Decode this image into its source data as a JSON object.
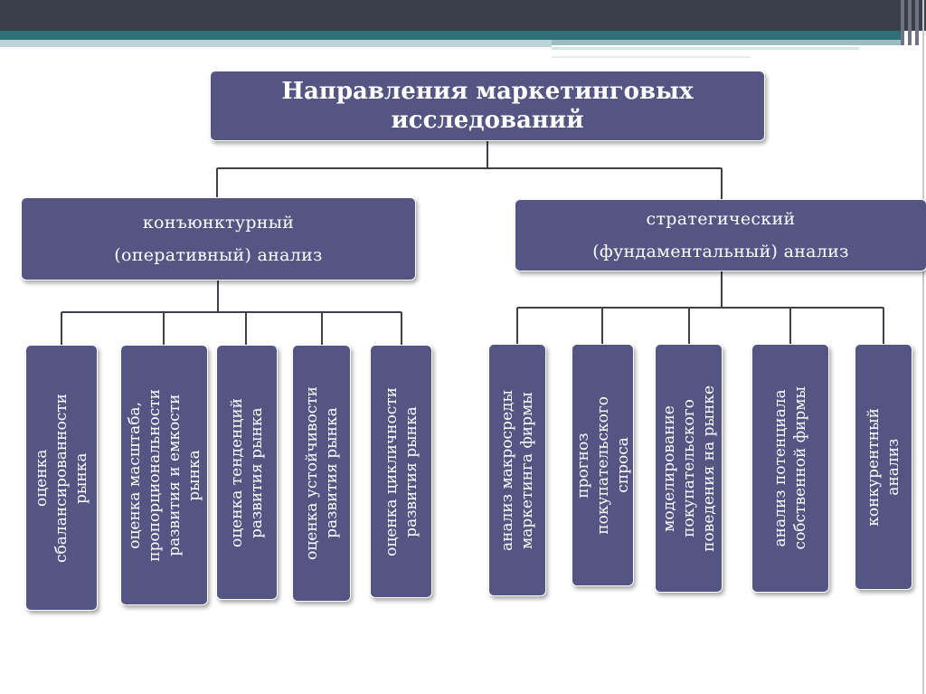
{
  "title": {
    "line1": "Направления маркетинговых",
    "line2": "исследований"
  },
  "left_branch": {
    "line1": "конъюнктурный",
    "line2": "(оперативный) анализ",
    "items": [
      [
        "оценка",
        "сбалансированности",
        "рынка"
      ],
      [
        "оценка масштаба,",
        "пропорциональности",
        "развития и емкости",
        "рынка"
      ],
      [
        "оценка тенденций",
        "развития рынка"
      ],
      [
        "оценка устойчивости",
        "развития рынка"
      ],
      [
        "оценка цикличности",
        "развития рынка"
      ]
    ]
  },
  "right_branch": {
    "line1": "стратегический",
    "line2": "(фундаментальный) анализ",
    "items": [
      [
        "анализ макросреды",
        "маркетинга фирмы"
      ],
      [
        "прогноз",
        "покупательского",
        "спроса"
      ],
      [
        "моделирование",
        "покупательского",
        "поведения на рынке"
      ],
      [
        "анализ потенциала",
        "собственной фирмы"
      ],
      [
        "конкурентный",
        "анализ"
      ]
    ]
  },
  "colors": {
    "box_fill": "#545583",
    "connector": "#3f3f4a",
    "header_dark": "#3a3f4c",
    "header_teal": "#2f6f78"
  }
}
